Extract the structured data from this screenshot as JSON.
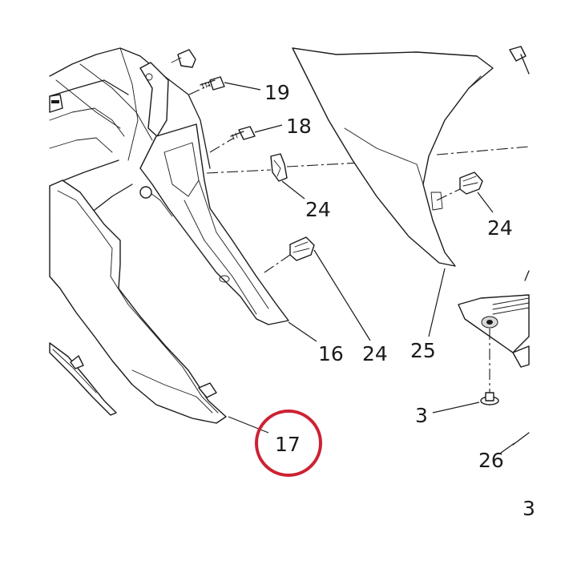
{
  "callouts": {
    "c19": "19",
    "c18": "18",
    "c24a": "24",
    "c24b": "24",
    "c24c": "24",
    "c16": "16",
    "c25": "25",
    "c3": "3",
    "c17": "17",
    "c26": "26",
    "c_edge": "3"
  },
  "highlight_color": "#cc2233",
  "highlighted_callout": "17"
}
